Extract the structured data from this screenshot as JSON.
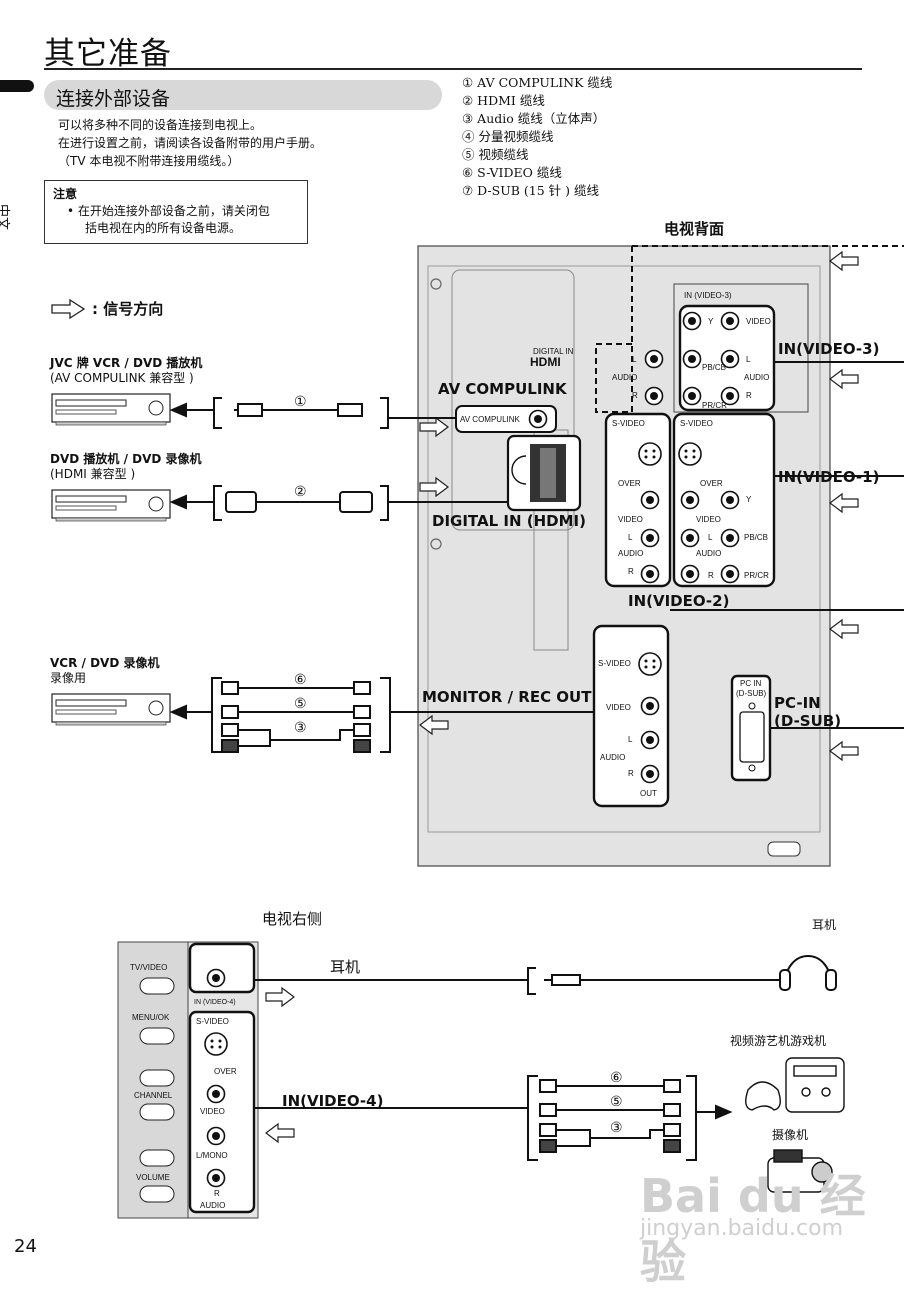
{
  "page": {
    "title": "其它准备",
    "side_lang": "中文",
    "section_title": "连接外部设备",
    "page_number": "24"
  },
  "intro": {
    "line1": "可以将多种不同的设备连接到电视上。",
    "line2": "在进行设置之前，请阅读各设备附带的用户手册。",
    "line3": "（TV 本电视不附带连接用缆线。）"
  },
  "note": {
    "heading": "注意",
    "line1": "•  在开始连接外部设备之前，请关闭包",
    "line2": "括电视在内的所有设备电源。"
  },
  "cables": [
    "① AV COMPULINK 缆线",
    "② HDMI 缆线",
    "③ Audio 缆线（立体声）",
    "④ 分量视频缆线",
    "⑤ 视频缆线",
    "⑥ S-VIDEO 缆线",
    "⑦ D-SUB (15 针 ) 缆线"
  ],
  "legend": {
    "signal": ": 信号方向"
  },
  "devices": {
    "jvc_vcr": {
      "name": "JVC 牌 VCR / DVD 播放机",
      "note": "(AV COMPULINK 兼容型 )"
    },
    "dvd": {
      "name": "DVD 播放机 / DVD 录像机",
      "note": "(HDMI 兼容型 )"
    },
    "vcr_rec": {
      "name": "VCR / DVD 录像机",
      "note": "录像用"
    },
    "headphone": "耳机",
    "game": "视频游艺机游戏机",
    "camcorder": "摄像机"
  },
  "rear": {
    "title": "电视背面",
    "av_compulink": "AV COMPULINK",
    "av_compulink_small": "AV  COMPULINK",
    "digital_in": "DIGITAL IN (HDMI)",
    "digital_in_small": "DIGITAL IN",
    "hdmi_logo": "HDMI",
    "in_video3": "IN(VIDEO-3)",
    "in_video3_small": "IN (VIDEO-3)",
    "in_video1": "IN(VIDEO-1)",
    "in_video2": "IN(VIDEO-2)",
    "monitor_out": "MONITOR / REC OUT",
    "pc_in": "PC-IN",
    "pc_dsub": "(D-SUB)",
    "pc_small1": "PC IN",
    "pc_small2": "(D-SUB)",
    "audio": "AUDIO",
    "svideo": "S-VIDEO",
    "video": "VIDEO",
    "over": "OVER",
    "out": "OUT",
    "l": "L",
    "r": "R",
    "y": "Y",
    "pb": "PB/CB",
    "pr": "PR/CR"
  },
  "right": {
    "title": "电视右侧",
    "headphone_label": "耳机",
    "in_video4": "IN(VIDEO-4)",
    "in_video4_small": "IN (VIDEO-4)",
    "tv_video": "TV/VIDEO",
    "menu_ok": "MENU/OK",
    "channel": "CHANNEL",
    "volume": "VOLUME",
    "svideo": "S-VIDEO",
    "over": "OVER",
    "video": "VIDEO",
    "lmono": "L/MONO",
    "r": "R",
    "audio": "AUDIO"
  },
  "markers": {
    "m1": "①",
    "m2": "②",
    "m3": "③",
    "m5": "⑤",
    "m6": "⑥"
  },
  "watermark": {
    "main": "Bai du 经验",
    "sub": "jingyan.baidu.com"
  }
}
